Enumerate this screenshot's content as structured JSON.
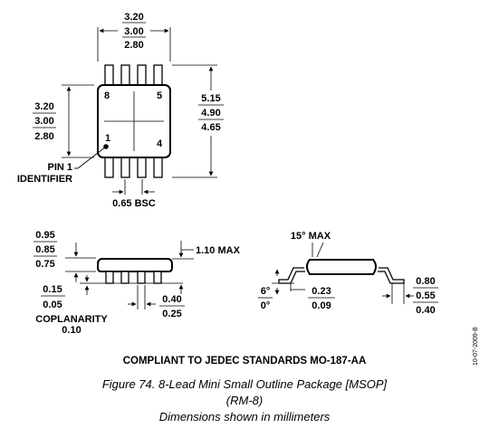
{
  "top_view": {
    "width": {
      "max": "3.20",
      "nom": "3.00",
      "min": "2.80"
    },
    "length": {
      "max": "3.20",
      "nom": "3.00",
      "min": "2.80"
    },
    "overall": {
      "max": "5.15",
      "nom": "4.90",
      "min": "4.65"
    },
    "pin_labels": [
      "8",
      "5",
      "1",
      "4"
    ],
    "pin1_identifier": [
      "PIN 1",
      "IDENTIFIER"
    ],
    "pitch": "0.65 BSC"
  },
  "side_view": {
    "standoff_height": {
      "max": "0.95",
      "nom": "0.85",
      "min": "0.75"
    },
    "max_height": "1.10 MAX",
    "standoff": {
      "max": "0.15",
      "min": "0.05"
    },
    "lead_width": {
      "max": "0.40",
      "min": "0.25"
    },
    "coplanarity_label": "COPLANARITY",
    "coplanarity_value": "0.10"
  },
  "end_view": {
    "angle": "15° MAX",
    "foot_angle": {
      "max": "6°",
      "min": "0°"
    },
    "lead_thickness": {
      "max": "0.23",
      "min": "0.09"
    },
    "foot_length": {
      "max": "0.80",
      "nom": "0.55",
      "min": "0.40"
    }
  },
  "compliance": "COMPLIANT TO JEDEC STANDARDS MO-187-AA",
  "doc_code": "10-07-2009-B",
  "caption": {
    "line1": "Figure 74. 8-Lead Mini Small Outline Package [MSOP]",
    "line2": "(RM-8)",
    "line3": "Dimensions shown in millimeters"
  }
}
